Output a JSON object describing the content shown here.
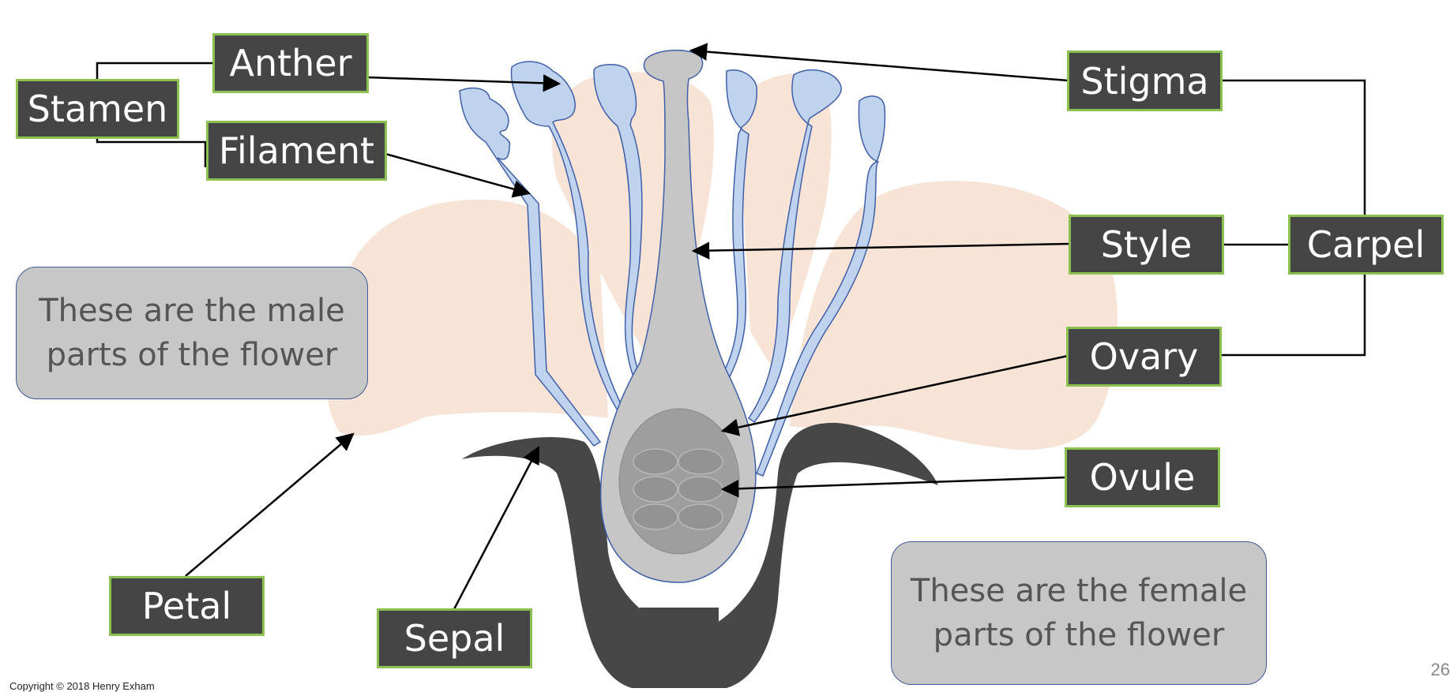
{
  "labels": {
    "anther": "Anther",
    "stamen": "Stamen",
    "filament": "Filament",
    "stigma": "Stigma",
    "style": "Style",
    "carpel": "Carpel",
    "ovary": "Ovary",
    "ovule": "Ovule",
    "petal": "Petal",
    "sepal": "Sepal"
  },
  "notes": {
    "male": [
      "These are the male",
      "parts of the flower"
    ],
    "female": [
      "These are the female",
      "parts of the flower"
    ]
  },
  "footer": {
    "copyright": "Copyright © 2018 Henry Exham",
    "slide_number": "26"
  },
  "colors": {
    "label_fill": "#454545",
    "label_border": "#8cc152",
    "petal": "#f7e4d6",
    "stamen": "#c0d3ee",
    "stamen_outline": "#3f5fa8",
    "carpel": "#c6c6c6",
    "ovary": "#9e9e9e",
    "sepal": "#474747",
    "note_fill": "#c7c7c7"
  }
}
